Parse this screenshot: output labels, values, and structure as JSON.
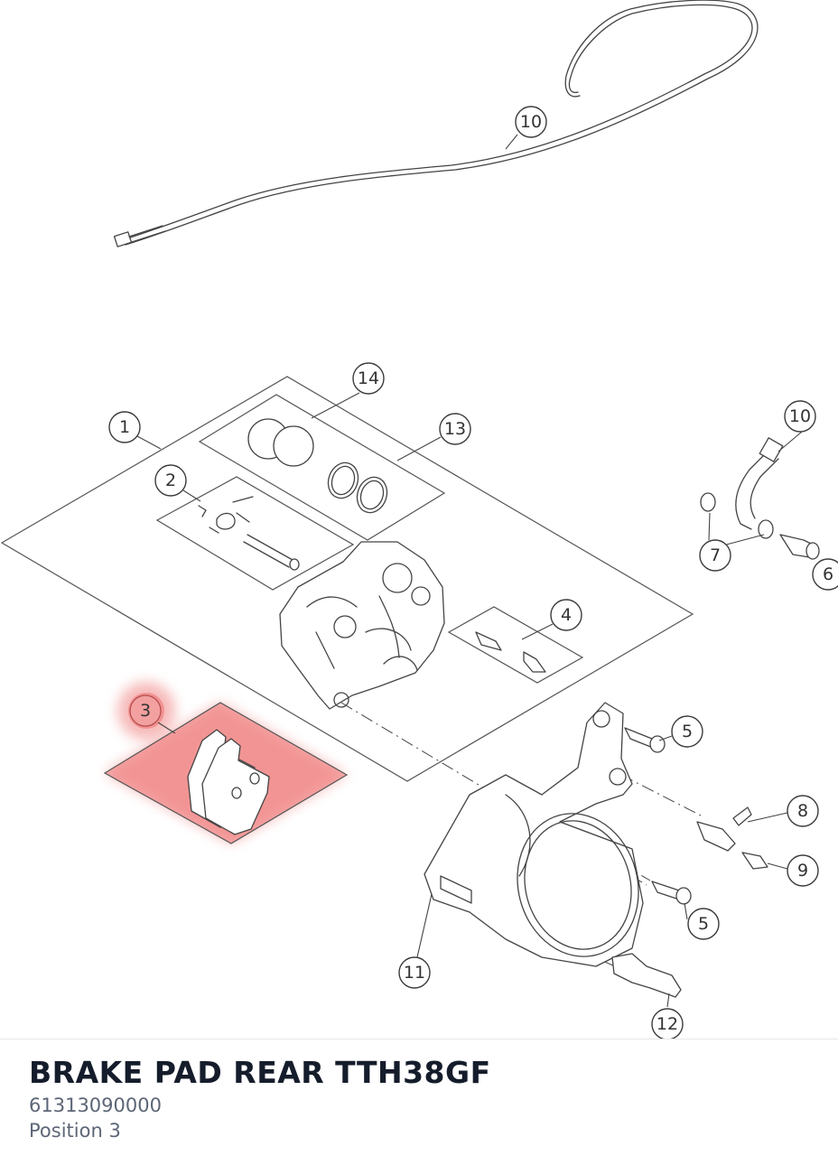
{
  "part": {
    "title": "BRAKE PAD REAR TTH38GF",
    "number": "61313090000",
    "position": "Position 3"
  },
  "diagram": {
    "highlight_color": "#f08080",
    "callouts": [
      "10",
      "14",
      "1",
      "13",
      "10",
      "2",
      "7",
      "6",
      "4",
      "3",
      "5",
      "8",
      "9",
      "5",
      "11",
      "12"
    ]
  }
}
